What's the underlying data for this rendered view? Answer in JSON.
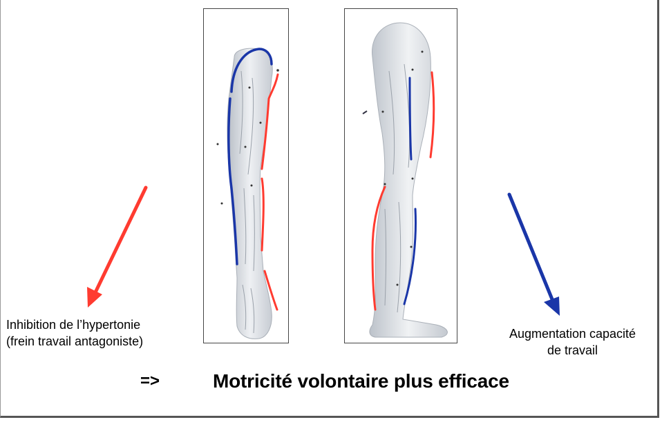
{
  "colors": {
    "red": "#ff3b30",
    "blue": "#1a36a8",
    "frame": "#444444",
    "skin": "#d9dde2"
  },
  "left_label": {
    "line1": "Inhibition de l’hypertonie",
    "line2": "(frein travail antagoniste)"
  },
  "right_label": {
    "line1": "Augmentation capacité",
    "line2": "de travail"
  },
  "implies": "=>",
  "conclusion": "Motricité volontaire plus efficace"
}
